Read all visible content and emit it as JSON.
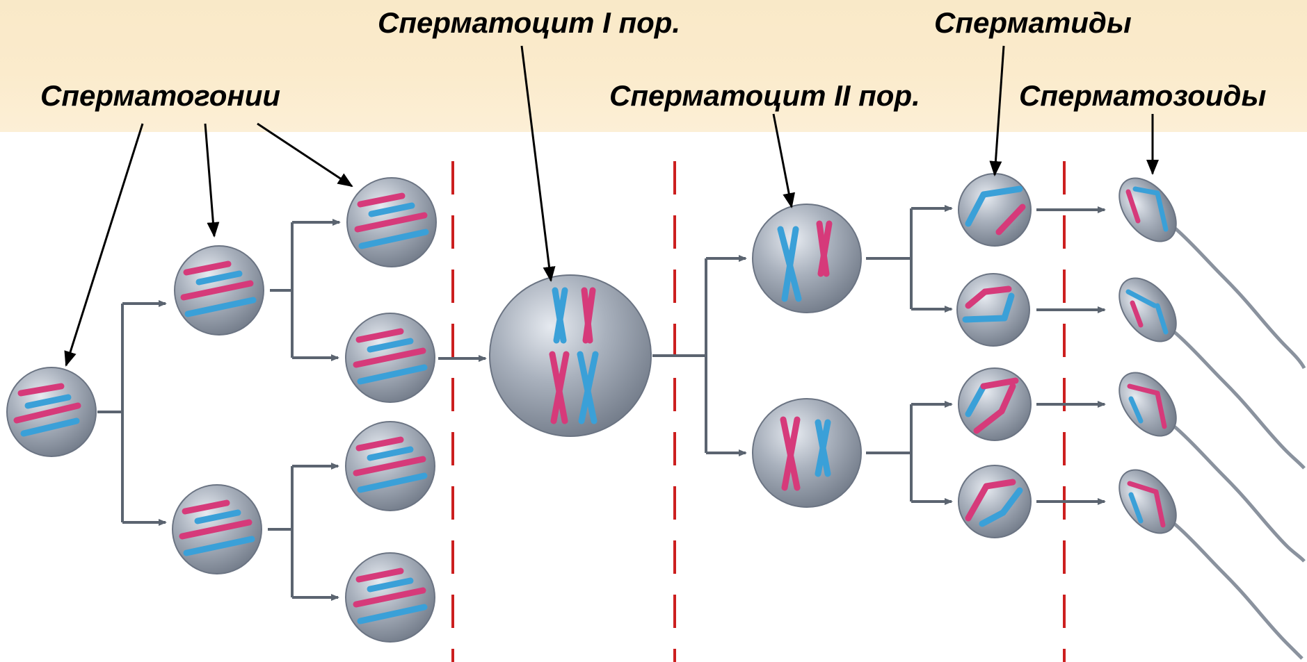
{
  "labels": {
    "spermatogonia": "Сперматогонии",
    "spermatocyte_1": "Сперматоцит I пор.",
    "spermatocyte_2": "Сперматоцит II пор.",
    "spermatids": "Сперматиды",
    "spermatozoa": "Сперматозоиды"
  },
  "colors": {
    "banner": "#fbebcc",
    "cell_fill": "#9aa3b0",
    "cell_edge": "#6b7483",
    "chromosome_pink": "#d63a7a",
    "chromosome_blue": "#3aa0d8",
    "arrow": "#5b6470",
    "divider": "#cc1f1f",
    "pointer": "#000000"
  }
}
